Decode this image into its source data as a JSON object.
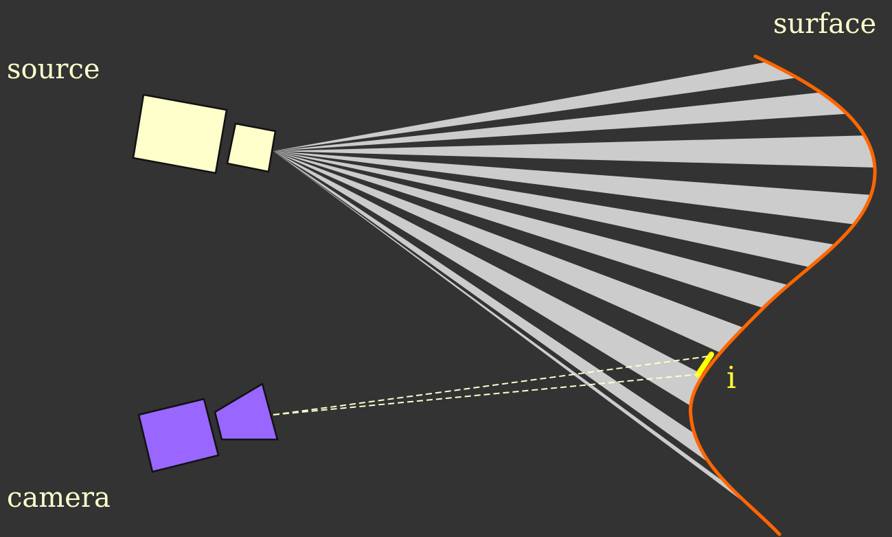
{
  "labels": {
    "source": "source",
    "surface": "surface",
    "camera": "camera",
    "intersection": "i"
  },
  "colors": {
    "background": "#333333",
    "stripe": "#cccccc",
    "surface_curve": "#ff6600",
    "projector_fill": "#ffffcc",
    "camera_fill": "#9966ff",
    "highlight": "#ffff00",
    "ray_dashed": "#ffffcc",
    "label_text": "#ffffcc",
    "label_i": "#ffff33"
  },
  "icons": {
    "projector": "projector-icon",
    "camera": "camera-icon"
  },
  "stripe_count": 10
}
